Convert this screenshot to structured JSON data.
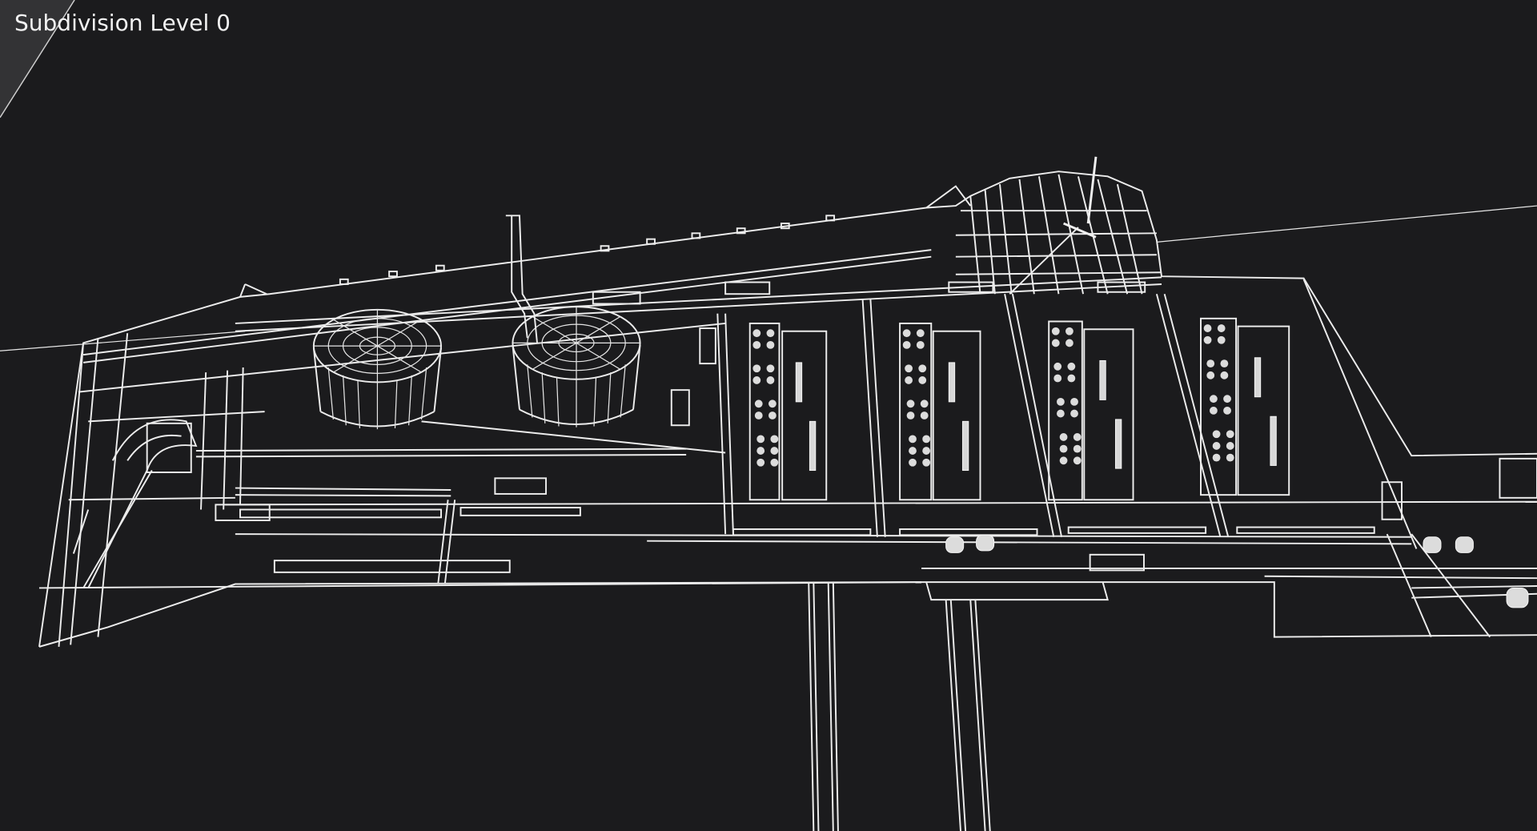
{
  "viewport": {
    "overlay_label": "Subdivision Level 0",
    "display_mode": "wireframe",
    "background_color": "#1b1b1d",
    "wire_color": "#ececec",
    "corner_panel_color": "#333335"
  },
  "scene": {
    "description": "Wireframe 3D model of an industrial plant site",
    "storage_tanks": 2,
    "process_blocks": 4,
    "small_round_tanks": 5
  }
}
